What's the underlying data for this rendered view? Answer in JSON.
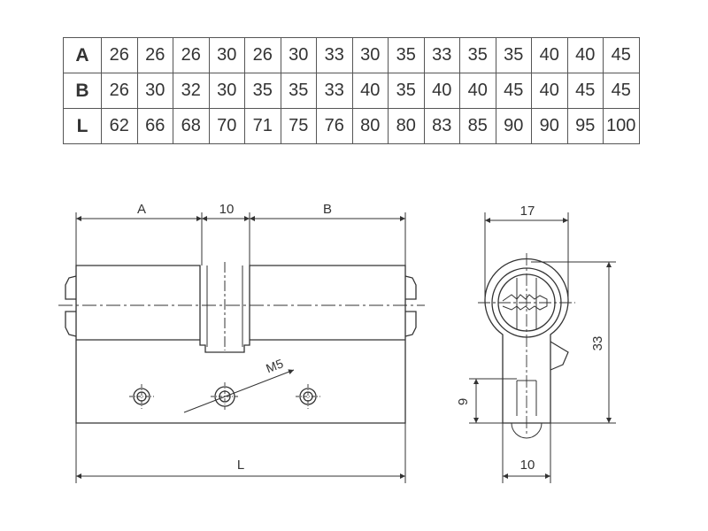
{
  "table": {
    "rows": [
      {
        "label": "A",
        "values": [
          "26",
          "26",
          "26",
          "30",
          "26",
          "30",
          "33",
          "30",
          "35",
          "33",
          "35",
          "35",
          "40",
          "40",
          "45"
        ]
      },
      {
        "label": "B",
        "values": [
          "26",
          "30",
          "32",
          "30",
          "35",
          "35",
          "33",
          "40",
          "35",
          "40",
          "40",
          "45",
          "40",
          "45",
          "45"
        ]
      },
      {
        "label": "L",
        "values": [
          "62",
          "66",
          "68",
          "70",
          "71",
          "75",
          "76",
          "80",
          "80",
          "83",
          "85",
          "90",
          "90",
          "95",
          "100"
        ]
      }
    ]
  },
  "drawing": {
    "dim_a": "A",
    "dim_cam": "10",
    "dim_b": "B",
    "dim_l": "L",
    "dim_m5": "M5",
    "dim_width": "17",
    "dim_height": "33",
    "dim_9": "9",
    "dim_10_bottom": "10"
  }
}
